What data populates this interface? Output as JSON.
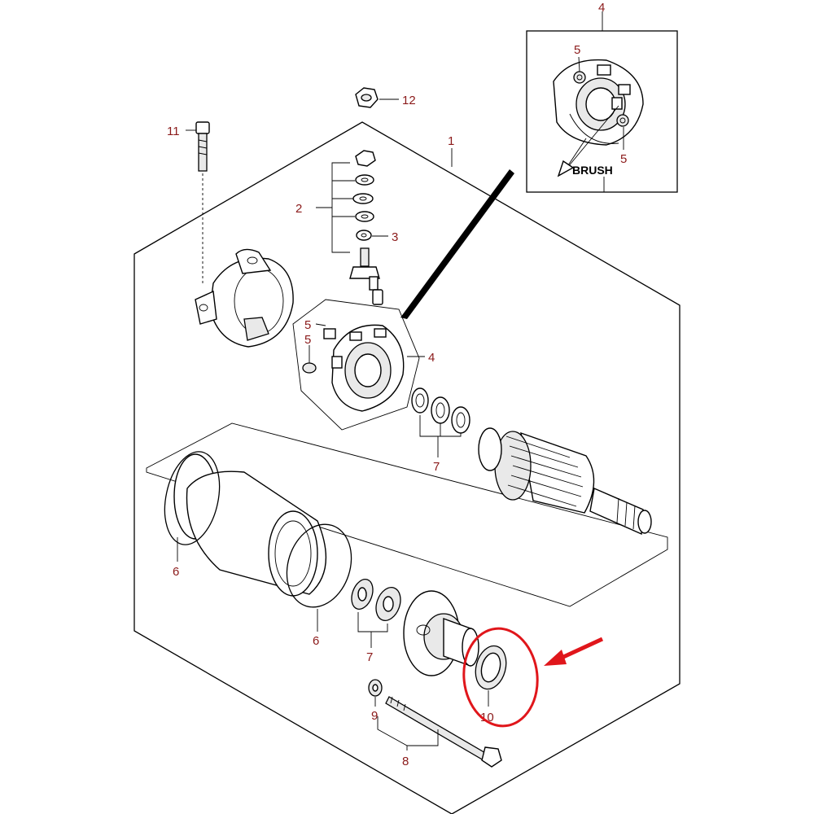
{
  "callouts": {
    "c1": "1",
    "c2": "2",
    "c3": "3",
    "c4": "4",
    "c4_inset": "4",
    "c5_a": "5",
    "c5_b": "5",
    "c5_inset_top": "5",
    "c5_inset_bottom": "5",
    "c6_a": "6",
    "c6_b": "6",
    "c7_a": "7",
    "c7_b": "7",
    "c8": "8",
    "c9": "9",
    "c10": "10",
    "c11": "11",
    "c12": "12"
  },
  "inset": {
    "brush_label": "BRUSH"
  },
  "highlight": {
    "color": "#e0161b",
    "target_part": "10"
  }
}
